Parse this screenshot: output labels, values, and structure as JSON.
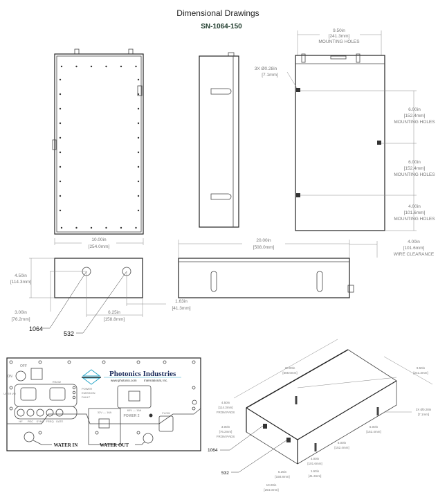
{
  "title": "Dimensional Drawings",
  "subtitle": "SN-1064-150",
  "colors": {
    "subtitle": "#1f3b2c",
    "line": "#444444",
    "dimension": "#777777",
    "logo": "#2aa7c9"
  },
  "top_view": {
    "width_in": "9.50in",
    "width_mm": "[241.3mm]",
    "width_note": "MOUNTING HOLES",
    "hole_callout_in": "3X Ø0.28in",
    "hole_callout_mm": "[7.1mm]",
    "spacings": [
      {
        "in": "6.00in",
        "mm": "[152.4mm]",
        "note": "MOUNTING HOLES"
      },
      {
        "in": "6.00in",
        "mm": "[152.4mm]",
        "note": "MOUNTING HOLES"
      },
      {
        "in": "4.00in",
        "mm": "[101.6mm]",
        "note": "MOUNTING HOLES"
      }
    ]
  },
  "front_view": {
    "width_in": "10.00in",
    "width_mm": "[254.0mm]"
  },
  "side_view": {
    "length_in": "20.00in",
    "length_mm": "[508.0mm]",
    "clearance_in": "4.00in",
    "clearance_mm": "[101.6mm]",
    "clearance_note": "WIRE CLEARANCE"
  },
  "end_view": {
    "height_in": "4.50in",
    "height_mm": "[114.3mm]",
    "port_height_in": "3.00in",
    "port_height_mm": "[76.2mm]",
    "port_spacing_in": "6.25in",
    "port_spacing_mm": "[158.8mm]",
    "edge_in": "1.63in",
    "edge_mm": "[41.3mm]",
    "port_1064": "1064",
    "port_532": "532"
  },
  "panel": {
    "brand": "Photonics Industries",
    "url": "www.photonix.com",
    "brand_sub": "International, Inc.",
    "off": "OFF",
    "on": "ON",
    "rs232": "RS232",
    "leds": [
      "POWER",
      "EMISSION",
      "FAULT"
    ],
    "user_io": "USER I/O",
    "bnc": [
      "HF",
      "PEC",
      "SYNC",
      "FREQ",
      "GATE"
    ],
    "power1": "32V — 16A",
    "power2_rating": "60V — 16A",
    "power2": "POWER 2",
    "flow": "FLOW",
    "water_in": "WATER IN",
    "water_out": "WATER OUT"
  },
  "iso_view": {
    "length_in": "20.00in",
    "length_mm": "[508.0mm]",
    "width_in": "9.50in",
    "width_mm": "[241.3mm]",
    "height_in": "4.50in",
    "height_mm": "[114.3mm]",
    "height_note": "FROM PADS",
    "port_in": "3.00in",
    "port_mm": "[76.2mm]",
    "port_note": "FROM PADS",
    "hole_in": "3X Ø0.28in",
    "hole_mm": "[7.1mm]",
    "sp1_in": "6.00in",
    "sp1_mm": "[152.4mm]",
    "sp2_in": "6.00in",
    "sp2_mm": "[152.4mm]",
    "sp3_in": "4.00in",
    "sp3_mm": "[101.6mm]",
    "ps_in": "6.25in",
    "ps_mm": "[158.8mm]",
    "edge_in": "1.63in",
    "edge_mm": "[41.3mm]",
    "w_in": "10.00in",
    "w_mm": "[254.0mm]",
    "port_1064": "1064",
    "port_532": "532"
  }
}
